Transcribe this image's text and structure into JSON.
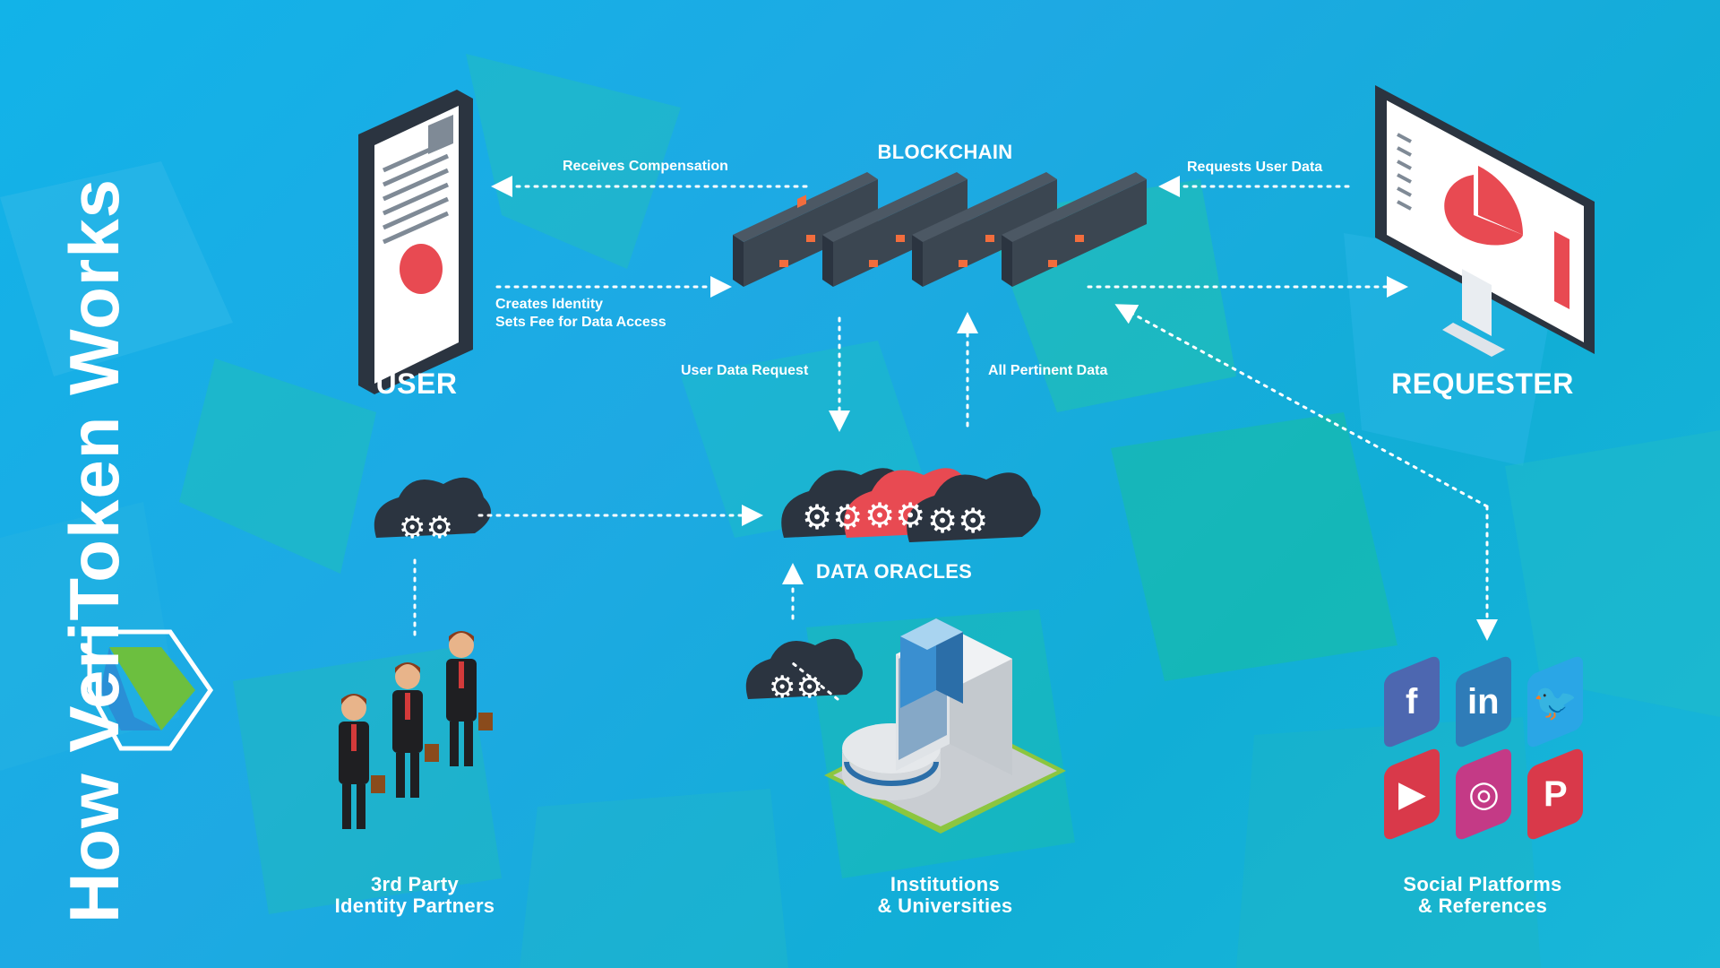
{
  "title": "How VeriToken Works",
  "colors": {
    "background": "#15aee6",
    "accent_red": "#e84a52",
    "server_dark": "#3b4651",
    "server_led": "#f26d3d",
    "logo_green": "#6cbf3f",
    "logo_blue": "#2a8fd6"
  },
  "nodes": {
    "user": "USER",
    "requester": "REQUESTER",
    "blockchain": "BLOCKCHAIN",
    "data_oracles": "DATA ORACLES",
    "identity_partners": [
      "3rd Party",
      "Identity Partners"
    ],
    "institutions": [
      "Institutions",
      "& Universities"
    ],
    "social": [
      "Social Platforms",
      "& References"
    ]
  },
  "flows": {
    "receives_compensation": "Receives Compensation",
    "requests_user_data": "Requests User Data",
    "creates_identity": [
      "Creates Identity",
      "Sets Fee for Data Access"
    ],
    "user_data_request": "User Data Request",
    "all_pertinent_data": "All Pertinent Data"
  },
  "social_icons": [
    {
      "name": "facebook-icon",
      "glyph": "f",
      "color": "#4d67b0"
    },
    {
      "name": "linkedin-icon",
      "glyph": "in",
      "color": "#2f7cb8"
    },
    {
      "name": "twitter-icon",
      "glyph": "🐦",
      "color": "#2aa6e6"
    },
    {
      "name": "youtube-icon",
      "glyph": "▶",
      "color": "#d9394a"
    },
    {
      "name": "instagram-icon",
      "glyph": "◎",
      "color": "#c43a86"
    },
    {
      "name": "pinterest-icon",
      "glyph": "P",
      "color": "#d9394a"
    }
  ]
}
